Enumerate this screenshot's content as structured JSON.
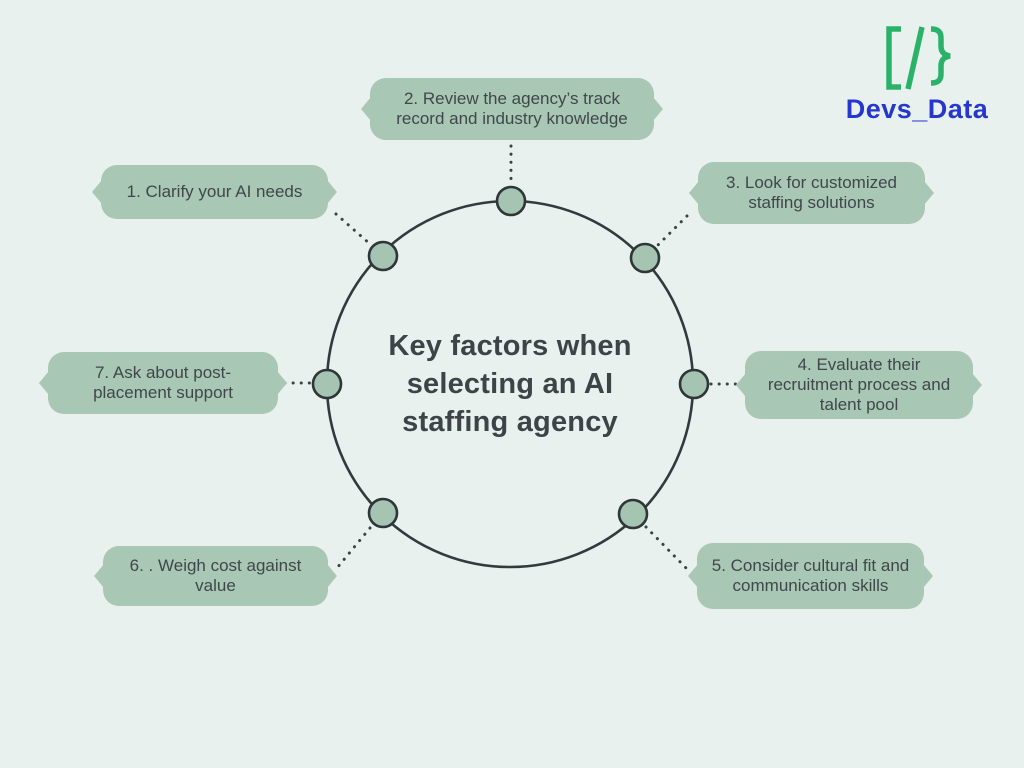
{
  "logo": {
    "brand": "Devs_Data",
    "icon": "code-brackets-icon",
    "icon_color": "#2bb269",
    "text_color": "#2537cf"
  },
  "center": {
    "title": "Key factors when selecting an AI staffing agency"
  },
  "factors": [
    {
      "label": "1. Clarify your AI needs"
    },
    {
      "label": "2. Review the agency’s track record and industry knowledge"
    },
    {
      "label": "3. Look for customized staffing solutions"
    },
    {
      "label": "4. Evaluate their recruitment process and talent pool"
    },
    {
      "label": "5. Consider cultural fit and communication skills"
    },
    {
      "label": "6. . Weigh cost against value"
    },
    {
      "label": "7. Ask about post-placement support"
    }
  ],
  "colors": {
    "background": "#e9f1ee",
    "callout_bg": "#a8c7b4",
    "node_fill": "#a5c4b1",
    "outline": "#33393c",
    "text": "#40474b",
    "title_text": "#3d4347"
  }
}
